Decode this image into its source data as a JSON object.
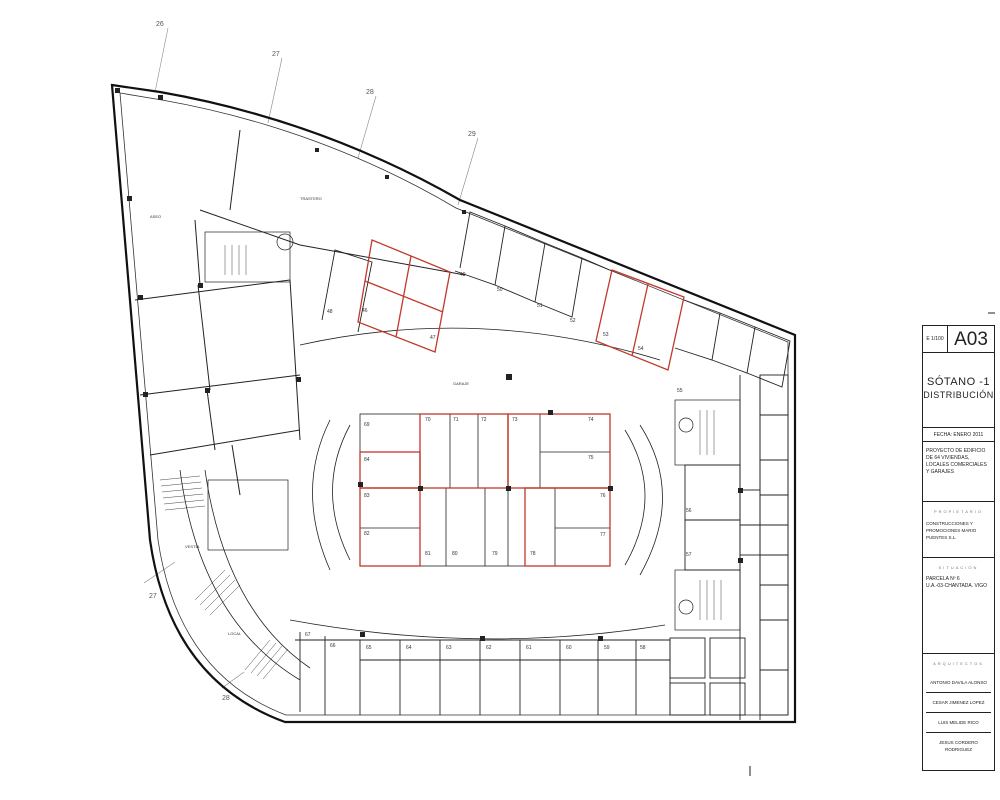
{
  "grid_axes": [
    "26",
    "27",
    "28",
    "29",
    "27",
    "28"
  ],
  "areas": {
    "trastero": "TRASTERO",
    "lateral": "ASEO",
    "central": "GARAJE",
    "vestibulo": "VESTIB.",
    "local": "LOCAL"
  },
  "space_numbers": {
    "top": [
      "48",
      "49",
      "47",
      "46",
      "50",
      "51",
      "52",
      "53",
      "54"
    ],
    "island": [
      "69",
      "70",
      "71",
      "72",
      "73",
      "74",
      "84",
      "75",
      "83",
      "76",
      "82",
      "81",
      "80",
      "79",
      "78",
      "77"
    ],
    "right": [
      "55",
      "56",
      "57"
    ],
    "bottom": [
      "67",
      "66",
      "65",
      "64",
      "63",
      "62",
      "61",
      "60",
      "59",
      "58"
    ]
  },
  "title_block": {
    "scale": "E 1/100",
    "code": "A03",
    "title": "SÓTANO -1",
    "subtitle": "DISTRIBUCIÓN",
    "date": "FECHA: ENERO 2011",
    "project": "PROYECTO DE EDIFICIO DE 64 VIVIENDAS, LOCALES COMERCIALES Y GARAJES",
    "owner_caption": "PROPIETARIO",
    "owner": "CONSTRUCCIONES Y PROMOCIONES MARIO PUENTES S.L.",
    "site_caption": "SITUACIÓN",
    "parcel": "PARCELA    Nº 6",
    "site": "U.A.-03-CHANTADA. VIGO",
    "architects_caption": "ARQUITECTOS",
    "architects": [
      "ANTONIO DAVILA ALONSO",
      "CESAR JIMENEZ LOPEZ",
      "LUIS MELIDE RICO",
      "JESUS CORDERO RODRIGUEZ"
    ]
  }
}
